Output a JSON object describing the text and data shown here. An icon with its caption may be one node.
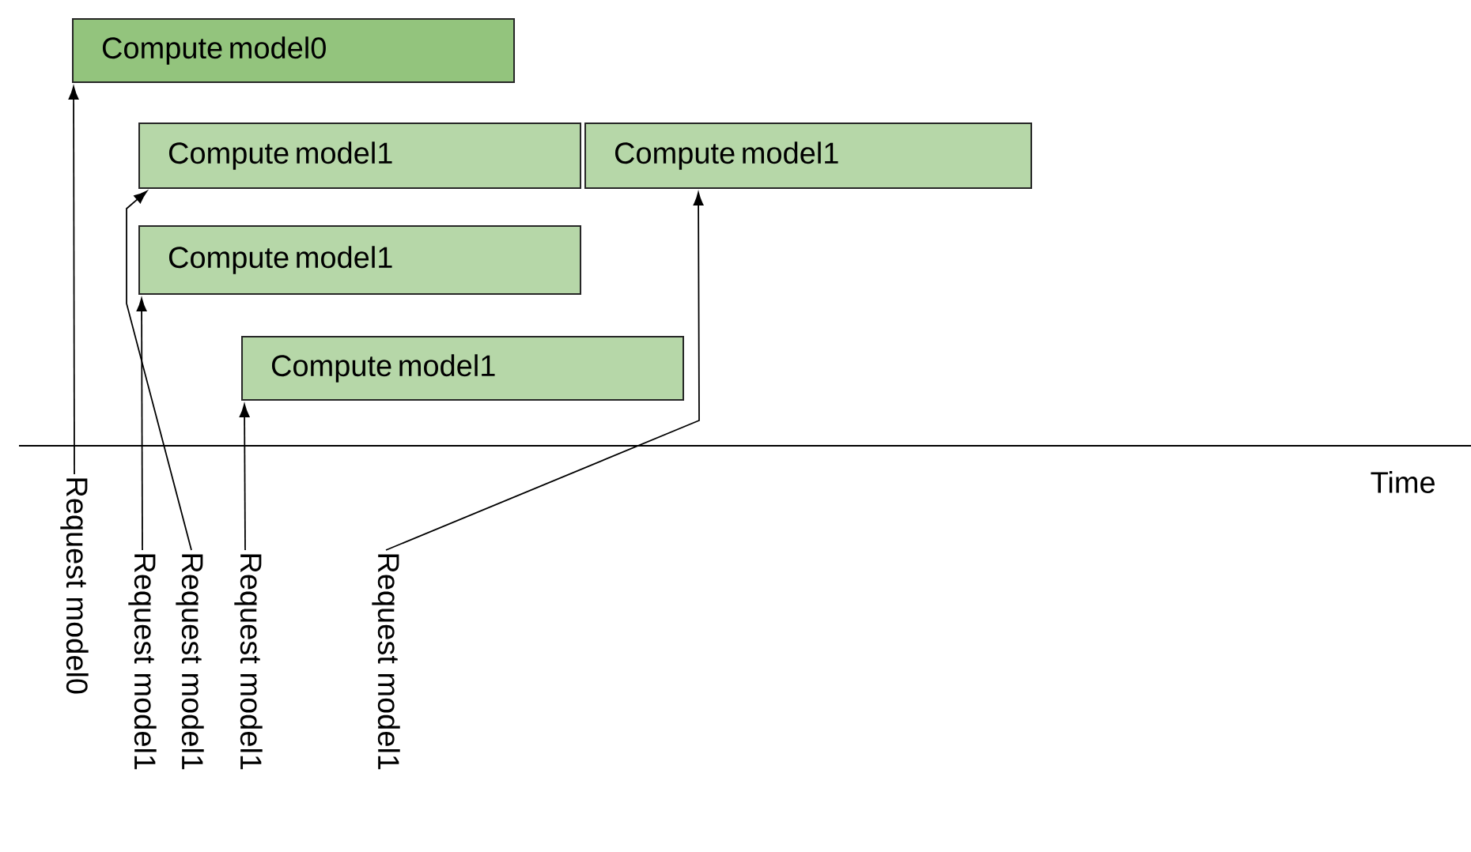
{
  "diagram": {
    "nodes": [
      {
        "text": [
          "Compute model0"
        ]
      },
      {
        "text": [
          "Compute model1"
        ]
      },
      {
        "text": [
          "Compute model1"
        ]
      },
      {
        "text": [
          "Compute model1"
        ]
      },
      {
        "text": [
          "Compute model1"
        ]
      },
      {
        "text": [
          "Request model0"
        ]
      },
      {
        "text": [
          "Request model1"
        ]
      },
      {
        "text": [
          "Request model1"
        ]
      },
      {
        "text": [
          "Request model1"
        ]
      },
      {
        "text": [
          "Request model1"
        ]
      }
    ],
    "edges": [
      {
        "from": 5,
        "to": 0,
        "arrow": "to"
      },
      {
        "from": 6,
        "to": 2,
        "arrow": "to"
      },
      {
        "from": 7,
        "to": 1,
        "arrow": "to"
      },
      {
        "from": 8,
        "to": 4,
        "arrow": "to"
      },
      {
        "from": 9,
        "to": 3,
        "arrow": "to"
      }
    ],
    "labels": [
      "Time"
    ]
  }
}
